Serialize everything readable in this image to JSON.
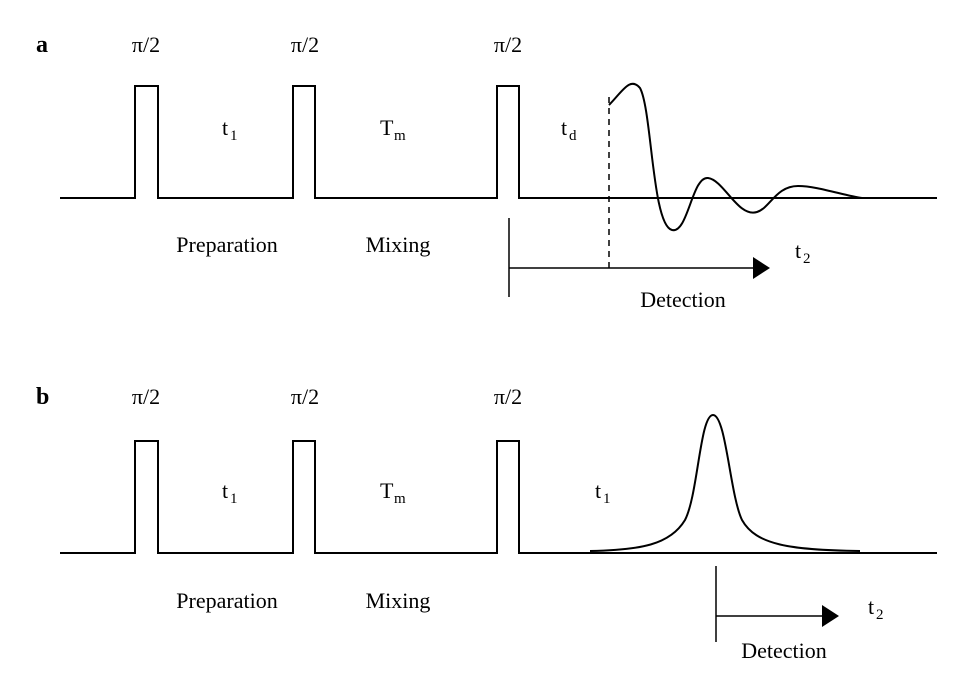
{
  "panels": {
    "a": {
      "label": "a",
      "pulses": [
        "π/2",
        "π/2",
        "π/2"
      ],
      "delays": [
        {
          "main": "t",
          "sub": "1"
        },
        {
          "main": "T",
          "sub": "m"
        },
        {
          "main": "t",
          "sub": "d"
        }
      ],
      "stages": [
        "Preparation",
        "Mixing"
      ],
      "axis": {
        "main": "t",
        "sub": "2"
      },
      "detection": "Detection"
    },
    "b": {
      "label": "b",
      "pulses": [
        "π/2",
        "π/2",
        "π/2"
      ],
      "delays": [
        {
          "main": "t",
          "sub": "1"
        },
        {
          "main": "T",
          "sub": "m"
        },
        {
          "main": "t",
          "sub": "1"
        }
      ],
      "stages": [
        "Preparation",
        "Mixing"
      ],
      "axis": {
        "main": "t",
        "sub": "2"
      },
      "detection": "Detection"
    }
  }
}
